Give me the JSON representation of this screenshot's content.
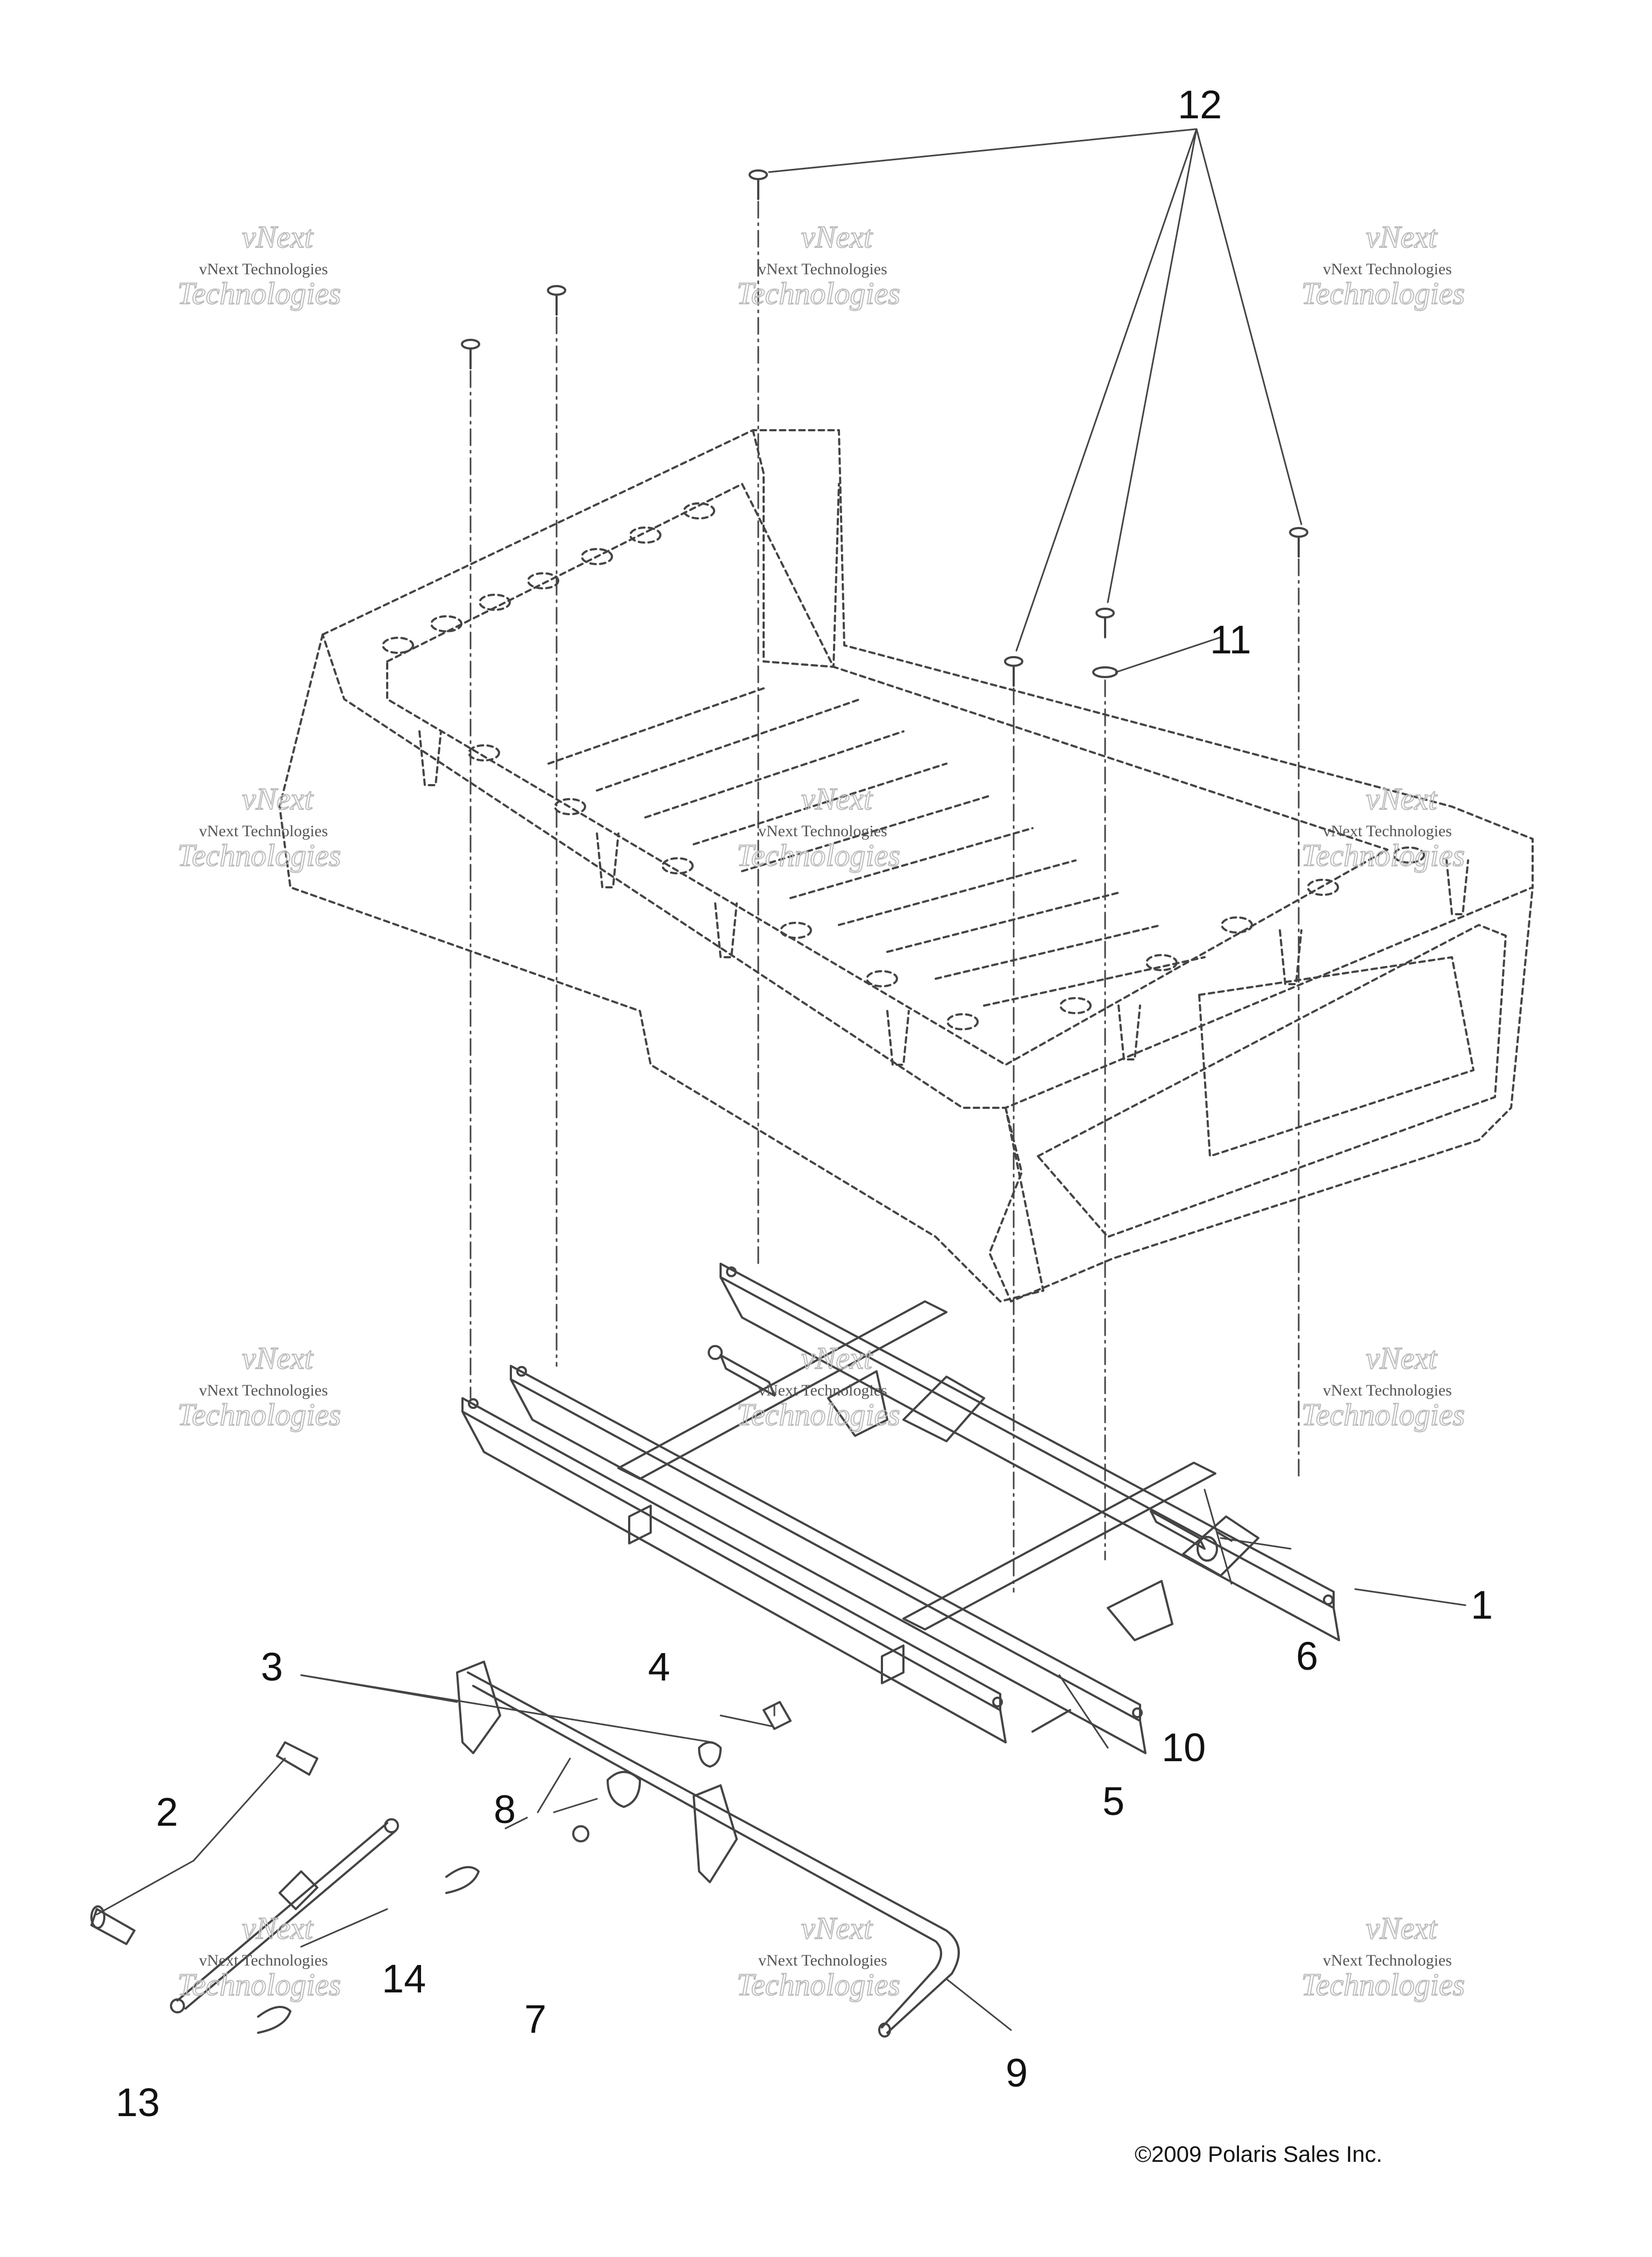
{
  "diagram": {
    "callouts": [
      "1",
      "2",
      "3",
      "4",
      "5",
      "6",
      "7",
      "8",
      "9",
      "10",
      "11",
      "12",
      "13",
      "14"
    ],
    "watermark": {
      "line_big_1": "vNext",
      "line_big_2": "Technologies",
      "line_small": "vNext Technologies"
    },
    "copyright": "©2009 Polaris Sales Inc."
  }
}
